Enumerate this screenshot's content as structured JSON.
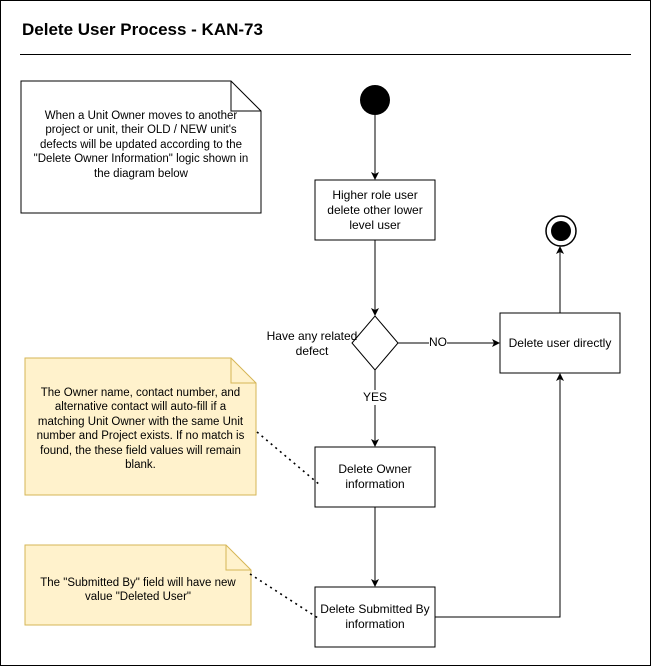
{
  "title": "Delete User Process - KAN-73",
  "nodes": {
    "start": "Higher role user delete other lower level user",
    "decision": "Have any related defect",
    "delete_owner": "Delete Owner information",
    "delete_submitted": "Delete Submitted By information",
    "delete_directly": "Delete user directly"
  },
  "edges": {
    "no_label": "NO",
    "yes_label": "YES"
  },
  "notes": {
    "intro": "When a Unit Owner moves to another project or unit, their OLD / NEW unit's defects will be updated according to the \"Delete Owner Information\" logic shown in the diagram below",
    "owner": "The Owner name, contact number, and alternative contact will auto-fill if a matching Unit Owner with the same Unit number and Project exists. If no match is found, the these field values will remain blank.",
    "submitted": "The \"Submitted By\" field will have new value \"Deleted User\""
  },
  "colors": {
    "note_fill": "#fff2cc",
    "note_stroke": "#d6b656",
    "line": "#000000",
    "fill": "#ffffff"
  }
}
